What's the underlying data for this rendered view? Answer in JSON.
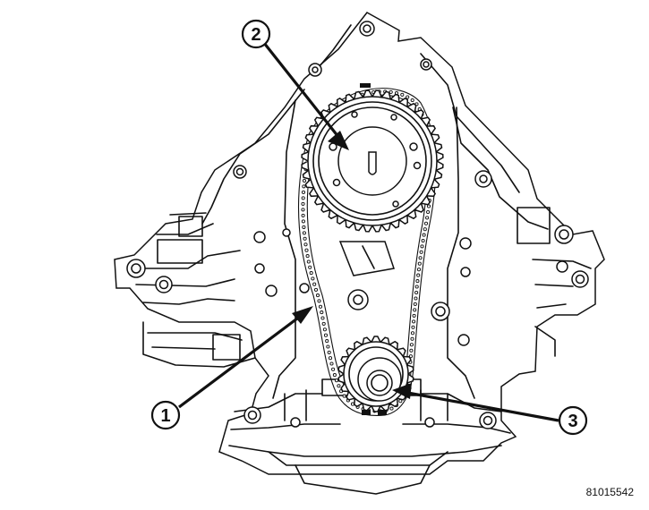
{
  "figure": {
    "id": "81015542"
  },
  "callouts": [
    {
      "label": "1"
    },
    {
      "label": "2"
    },
    {
      "label": "3"
    }
  ]
}
